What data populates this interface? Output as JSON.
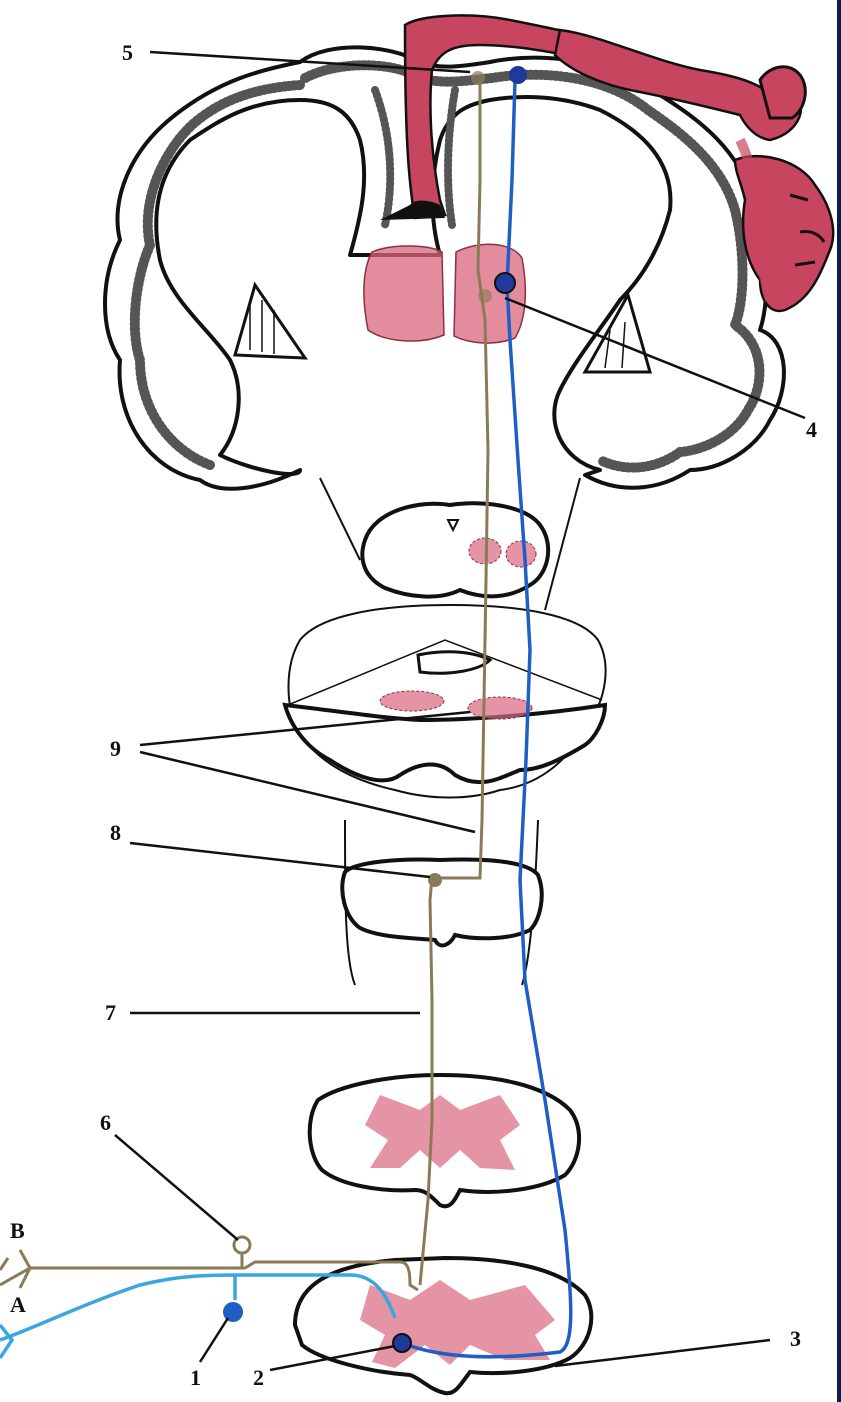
{
  "labels": {
    "l1": "1",
    "l2": "2",
    "l3": "3",
    "l4": "4",
    "l5": "5",
    "l6": "6",
    "l7": "7",
    "l8": "8",
    "l9": "9",
    "lA": "A",
    "lB": "B"
  },
  "colors": {
    "pathway_blue": "#1f5fc4",
    "pathway_light_blue": "#39a6e0",
    "pathway_olive": "#8a7b58",
    "nucleus_pink": "#d9667e",
    "homunculus_red": "#c8455f",
    "outline": "#111111"
  }
}
